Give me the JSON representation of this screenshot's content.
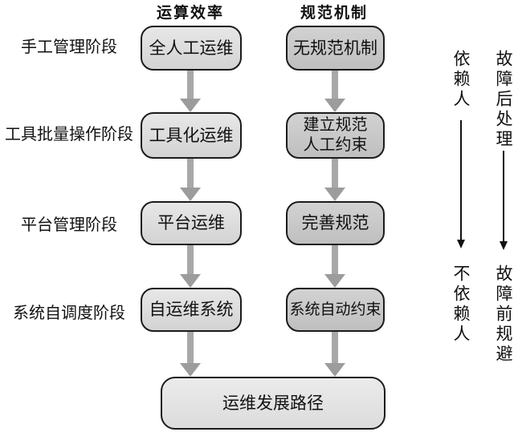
{
  "diagram": {
    "title_note": "",
    "columns": [
      {
        "header": "运算效率",
        "boxes": [
          {
            "lines": [
              "全人工运维"
            ]
          },
          {
            "lines": [
              "工具化运维"
            ]
          },
          {
            "lines": [
              "平台运维"
            ]
          },
          {
            "lines": [
              "自运维系统"
            ]
          }
        ]
      },
      {
        "header": "规范机制",
        "boxes": [
          {
            "lines": [
              "无规范机制"
            ]
          },
          {
            "lines": [
              "建立规范",
              "人工约束"
            ]
          },
          {
            "lines": [
              "完善规范"
            ]
          },
          {
            "lines": [
              "系统自动约束"
            ]
          }
        ]
      }
    ],
    "stage_labels": [
      "手工管理阶段",
      "工具批量操作阶段",
      "平台管理阶段",
      "系统自调度阶段"
    ],
    "result_box": "运维发展路径",
    "side_annotations": [
      {
        "from": "依赖人",
        "to": "不依赖人"
      },
      {
        "from": "故障后处理",
        "to": "故障前规避"
      }
    ],
    "colors": {
      "background": "#ffffff",
      "box_light": "#dcdcdc",
      "box_dark": "#c7c7c7",
      "box_border": "#1b1b1b",
      "arrow_gray": "#a8a8a8",
      "text": "#111111"
    }
  }
}
